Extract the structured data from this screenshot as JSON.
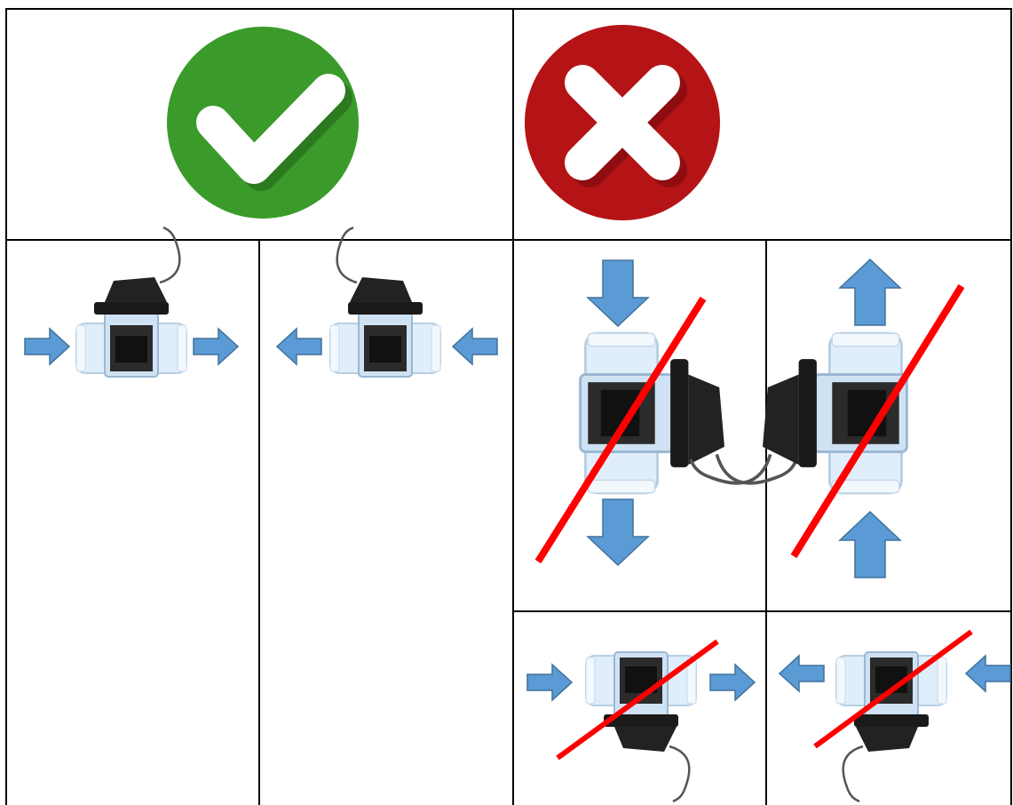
{
  "table": {
    "header": {
      "correct_icon": "check-circle-icon",
      "incorrect_icon": "x-circle-icon"
    },
    "correct_cells": [
      {
        "flow_direction": "left-to-right",
        "orientation": "horizontal",
        "device": "upright"
      },
      {
        "flow_direction": "right-to-left",
        "orientation": "horizontal",
        "device": "upright"
      }
    ],
    "incorrect_cells": [
      {
        "flow_direction": "top-to-bottom",
        "orientation": "vertical",
        "device": "rotated"
      },
      {
        "flow_direction": "bottom-to-top",
        "orientation": "vertical",
        "device": "rotated"
      },
      {
        "flow_direction": "left-to-right",
        "orientation": "horizontal",
        "device": "upside-down"
      },
      {
        "flow_direction": "right-to-left",
        "orientation": "horizontal",
        "device": "upside-down"
      }
    ]
  },
  "colors": {
    "grid_line": "#000000",
    "correct_green": "#3a9b2a",
    "correct_green_shadow": "#2c7a1f",
    "incorrect_red": "#b51416",
    "incorrect_red_shadow": "#8f0d10",
    "flow_arrow": "#5b9bd5",
    "flow_arrow_border": "#41719c",
    "strike_line": "#ff0000",
    "valve_body": "#dfeefa",
    "valve_frame": "#2b2b2b",
    "valve_cable": "#555555"
  }
}
